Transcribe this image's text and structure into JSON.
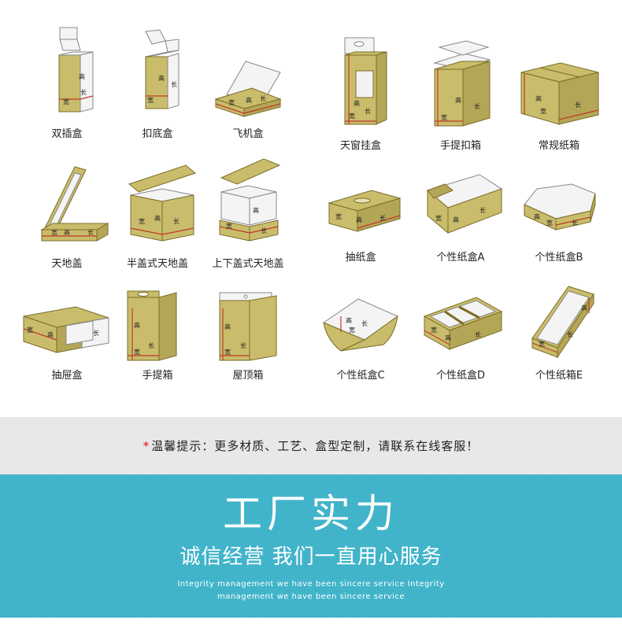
{
  "catalog": {
    "items": [
      {
        "label": "双插盒"
      },
      {
        "label": "扣底盒"
      },
      {
        "label": "飞机盒"
      },
      {
        "label": "天窗挂盒"
      },
      {
        "label": "手提扣箱"
      },
      {
        "label": "常规纸箱"
      },
      {
        "label": "天地盖"
      },
      {
        "label": "半盖式天地盖"
      },
      {
        "label": "上下盖式天地盖"
      },
      {
        "label": "抽纸盒"
      },
      {
        "label": "个性纸盒A"
      },
      {
        "label": "个性纸盒B"
      },
      {
        "label": "抽屉盒"
      },
      {
        "label": "手提箱"
      },
      {
        "label": "屋顶箱"
      },
      {
        "label": "个性纸盒C"
      },
      {
        "label": "个性纸盒D"
      },
      {
        "label": "个性纸箱E"
      }
    ],
    "dim_labels": {
      "width": "宽",
      "height": "高",
      "length": "长"
    }
  },
  "notice": {
    "star": "*",
    "text": "温馨提示：更多材质、工艺、盒型定制，请联系在线客服！"
  },
  "banner": {
    "title": "工厂实力",
    "subtitle": "诚信经营 我们一直用心服务",
    "english_line1": "Integrity management we have been sincere service Integrity",
    "english_line2": "management we have been sincere service"
  },
  "colors": {
    "box_kraft": "#c9bd6b",
    "dim_red": "#c0392b",
    "notice_bg": "#e8e8e8",
    "banner_bg": "#3fb3c9",
    "star_red": "#e60012"
  }
}
